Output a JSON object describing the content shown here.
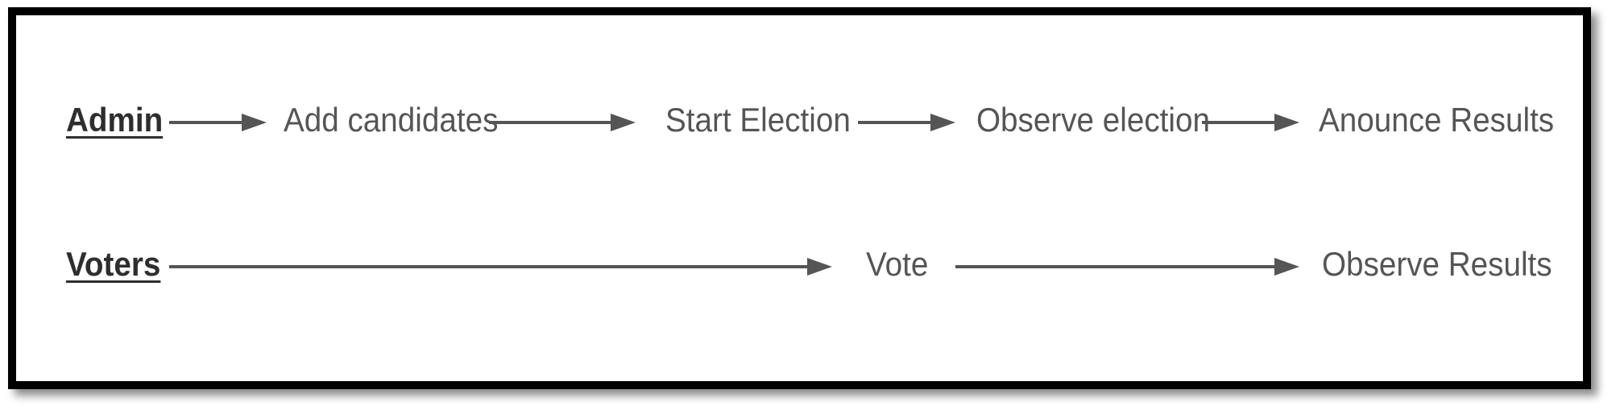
{
  "diagram": {
    "rows": [
      {
        "actor": "Admin",
        "steps": [
          "Add candidates",
          "Start Election",
          "Observe election",
          "Anounce Results"
        ]
      },
      {
        "actor": "Voters",
        "steps": [
          "Vote",
          "Observe Results"
        ]
      }
    ]
  },
  "colors": {
    "border": "#000000",
    "arrow": "#555555",
    "text": "#555555",
    "actor_text": "#2e2e2e"
  }
}
